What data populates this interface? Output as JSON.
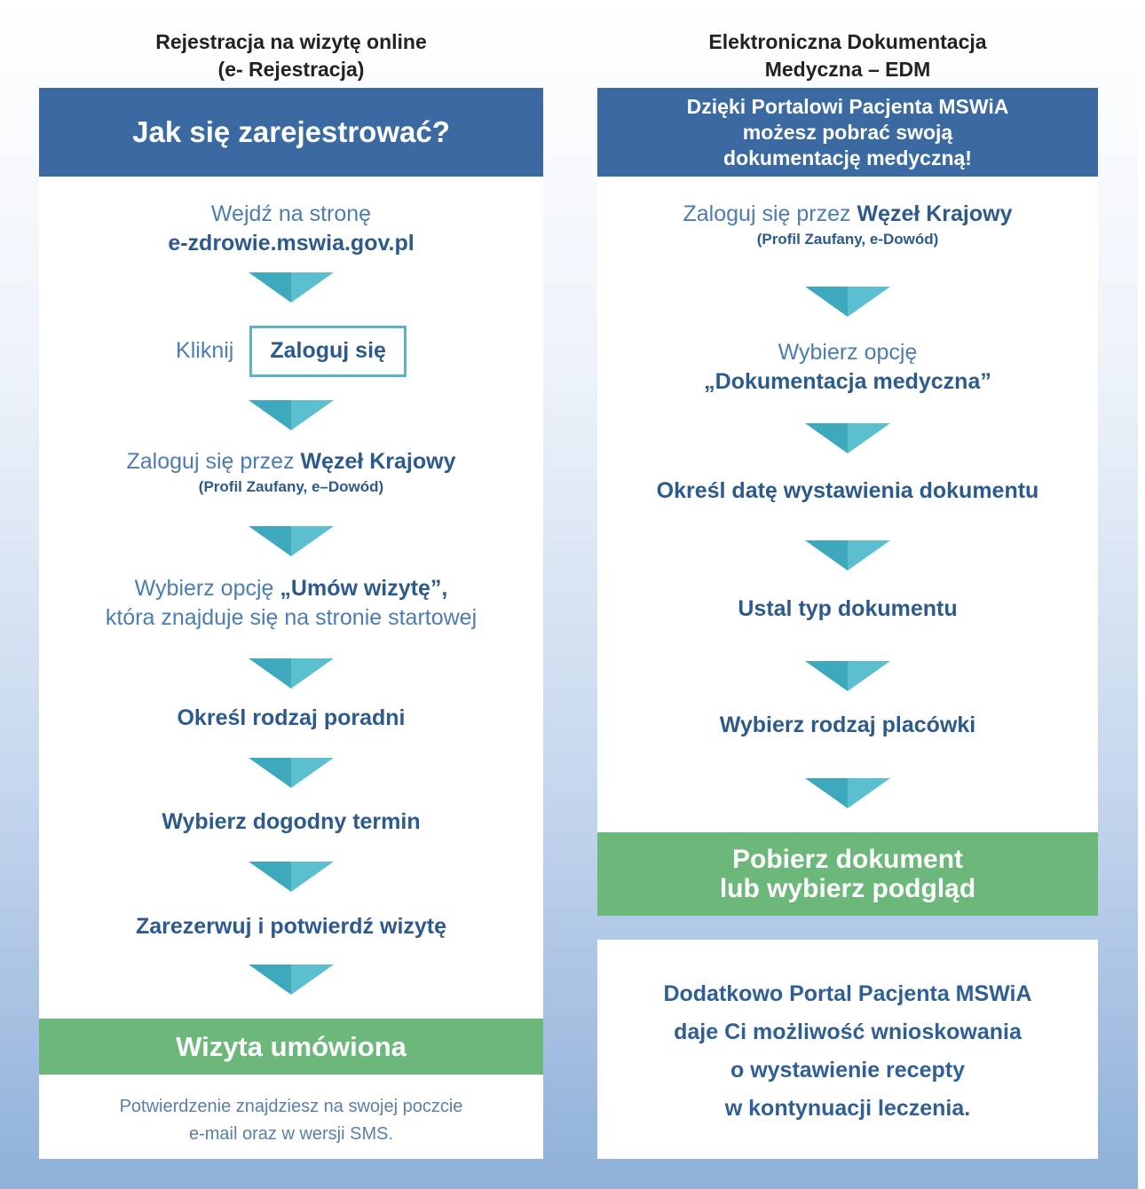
{
  "left": {
    "heading_line1": "Rejestracja na wizytę online",
    "heading_line2": "(e- Rejestracja)",
    "header": "Jak się zarejestrować?",
    "step1_line1": "Wejdź na stronę",
    "step1_link": "e-zdrowie.mswia.gov.pl",
    "step2_prefix": "Kliknij",
    "step2_button": "Zaloguj się",
    "step3_prefix": "Zaloguj się przez ",
    "step3_bold": "Węzeł Krajowy",
    "step3_sub": "(Profil Zaufany, e–Dowód)",
    "step4_prefix": "Wybierz opcję ",
    "step4_bold": "„Umów wizytę”,",
    "step4_line2": "która znajduje się na stronie startowej",
    "step5": "Określ rodzaj poradni",
    "step6": "Wybierz dogodny termin",
    "step7": "Zarezerwuj i potwierdź wizytę",
    "result": "Wizyta umówiona",
    "note_line1": "Potwierdzenie znajdziesz na swojej poczcie",
    "note_line2": "e-mail oraz w wersji SMS."
  },
  "right": {
    "heading_line1": "Elektroniczna Dokumentacja",
    "heading_line2": "Medyczna – EDM",
    "header_line1": "Dzięki Portalowi Pacjenta MSWiA",
    "header_line2": "możesz pobrać swoją",
    "header_line3": "dokumentację medyczną!",
    "step1_prefix": "Zaloguj się przez ",
    "step1_bold": "Węzeł Krajowy",
    "step1_sub": "(Profil Zaufany, e-Dowód)",
    "step2_line1": "Wybierz opcję",
    "step2_bold": "„Dokumentacja medyczna”",
    "step3": "Określ datę wystawienia dokumentu",
    "step4": "Ustal typ dokumentu",
    "step5": "Wybierz rodzaj placówki",
    "result_line1": "Pobierz dokument",
    "result_line2": "lub wybierz podgląd",
    "extra_line1": "Dodatkowo Portal Pacjenta MSWiA",
    "extra_line2": "daje Ci możliwość wnioskowania",
    "extra_line3": "o wystawienie recepty",
    "extra_line4": "w kontynuacji leczenia."
  },
  "colors": {
    "header_blue": "#3a6aa1",
    "result_green": "#6cb87a",
    "arrow_teal": "#3ea9bd",
    "text_blue": "#2d5a8c"
  }
}
